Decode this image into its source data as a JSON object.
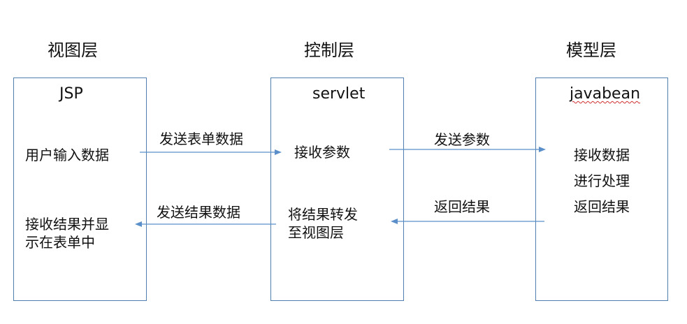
{
  "layers": {
    "view": {
      "title": "视图层",
      "box_title": "JSP",
      "input_text": "用户输入数据",
      "display_line1": "接收结果并显",
      "display_line2": "示在表单中"
    },
    "controller": {
      "title": "控制层",
      "box_title": "servlet",
      "receive_text": "接收参数",
      "forward_line1": "将结果转发",
      "forward_line2": "至视图层"
    },
    "model": {
      "title": "模型层",
      "box_title": "javabean",
      "steps": [
        "接收数据",
        "进行处理",
        "返回结果"
      ]
    }
  },
  "arrows": {
    "view_to_controller": "发送表单数据",
    "controller_to_view": "发送结果数据",
    "controller_to_model": "发送参数",
    "model_to_controller": "返回结果"
  },
  "colors": {
    "border": "#4f7fae",
    "arrow": "#5b8fc9",
    "spellcheck_underline": "#d03030"
  }
}
